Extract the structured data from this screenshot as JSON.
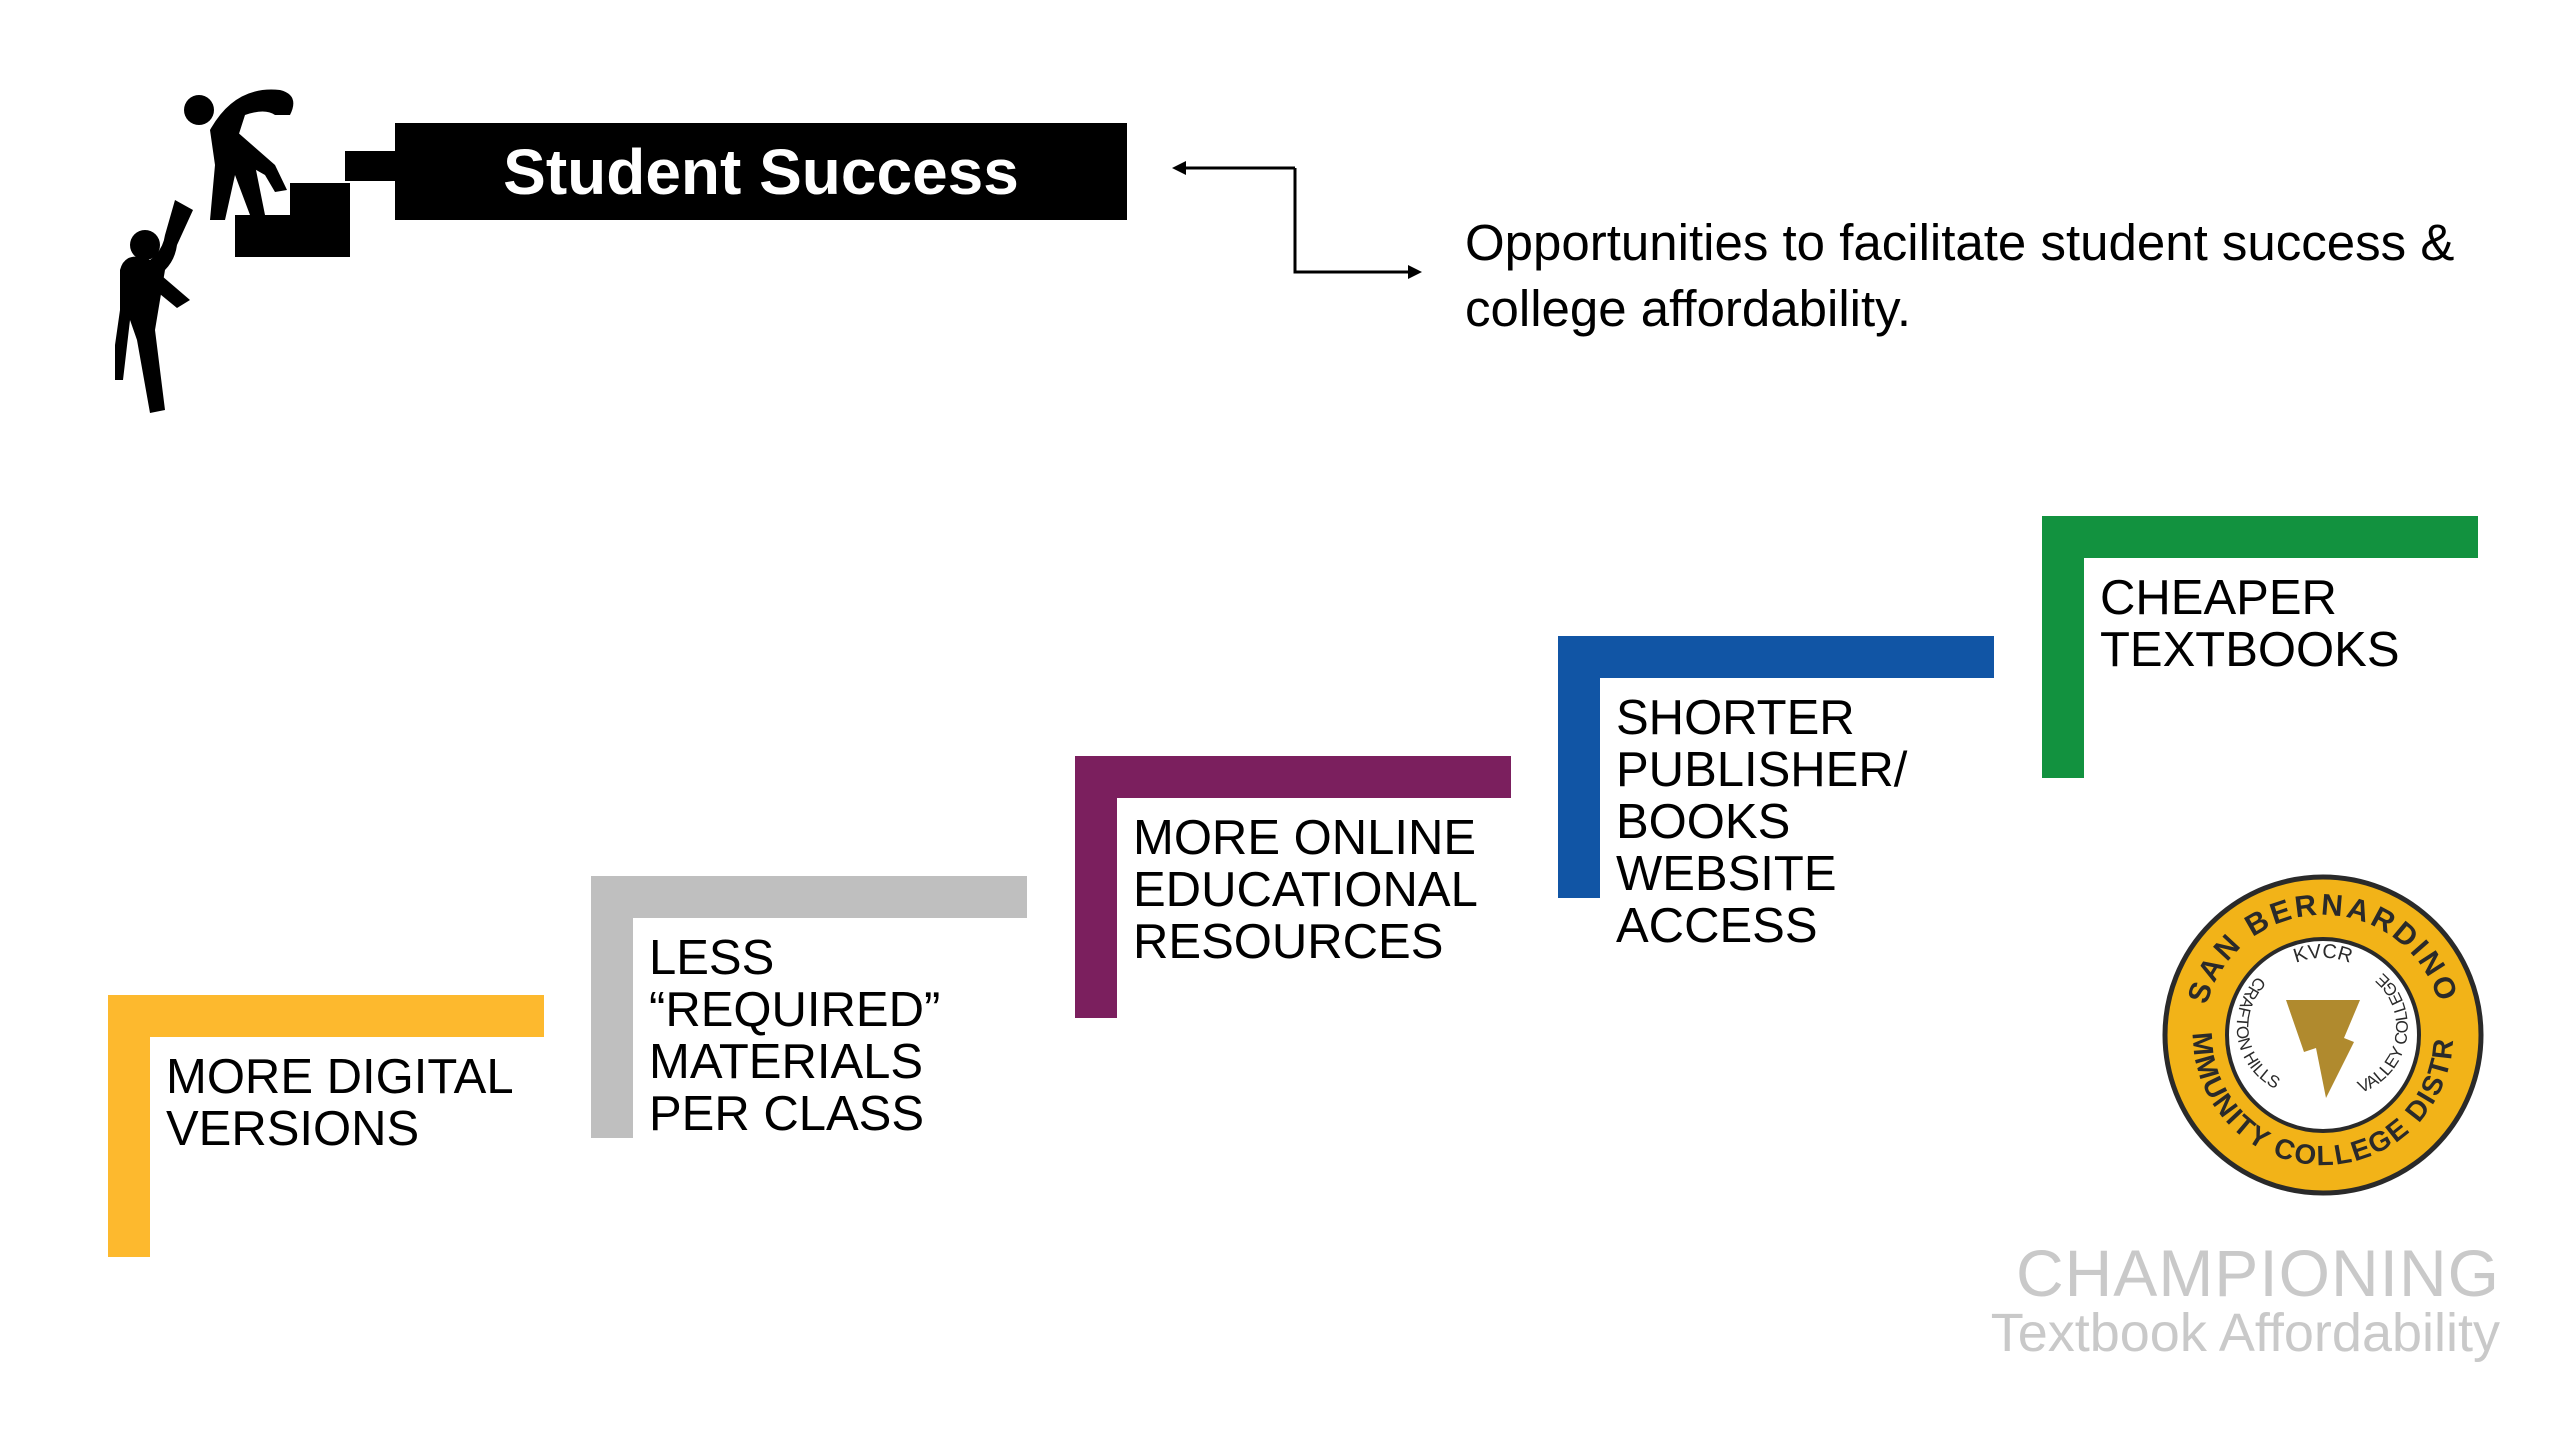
{
  "banner": {
    "title": "Student Success"
  },
  "tagline": "Opportunities to facilitate student success & college affordability.",
  "steps": [
    {
      "label": "MORE DIGITAL\nVERSIONS",
      "color": "#FDB92E"
    },
    {
      "label": "LESS\n“REQUIRED”\nMATERIALS\nPER CLASS",
      "color": "#BFBFBF"
    },
    {
      "label": "MORE ONLINE\nEDUCATIONAL\nRESOURCES",
      "color": "#7B1F5E"
    },
    {
      "label": "SHORTER\nPUBLISHER/\nBOOKS\nWEBSITE\nACCESS",
      "color": "#1155A5"
    },
    {
      "label": "CHEAPER\nTEXTBOOKS",
      "color": "#12923F"
    }
  ],
  "logo": {
    "ring_text_top": "SAN BERNARDINO",
    "ring_text_bottom": "COMMUNITY COLLEGE DISTRICT",
    "inner_top": "KVCR",
    "inner_left": "CRAFTON HILLS",
    "inner_right": "VALLEY COLLEGE",
    "gold": "#F2B318",
    "dark": "#2A2A2A"
  },
  "branding": {
    "line1": "CHAMPIONING",
    "line2": "Textbook Affordability"
  }
}
